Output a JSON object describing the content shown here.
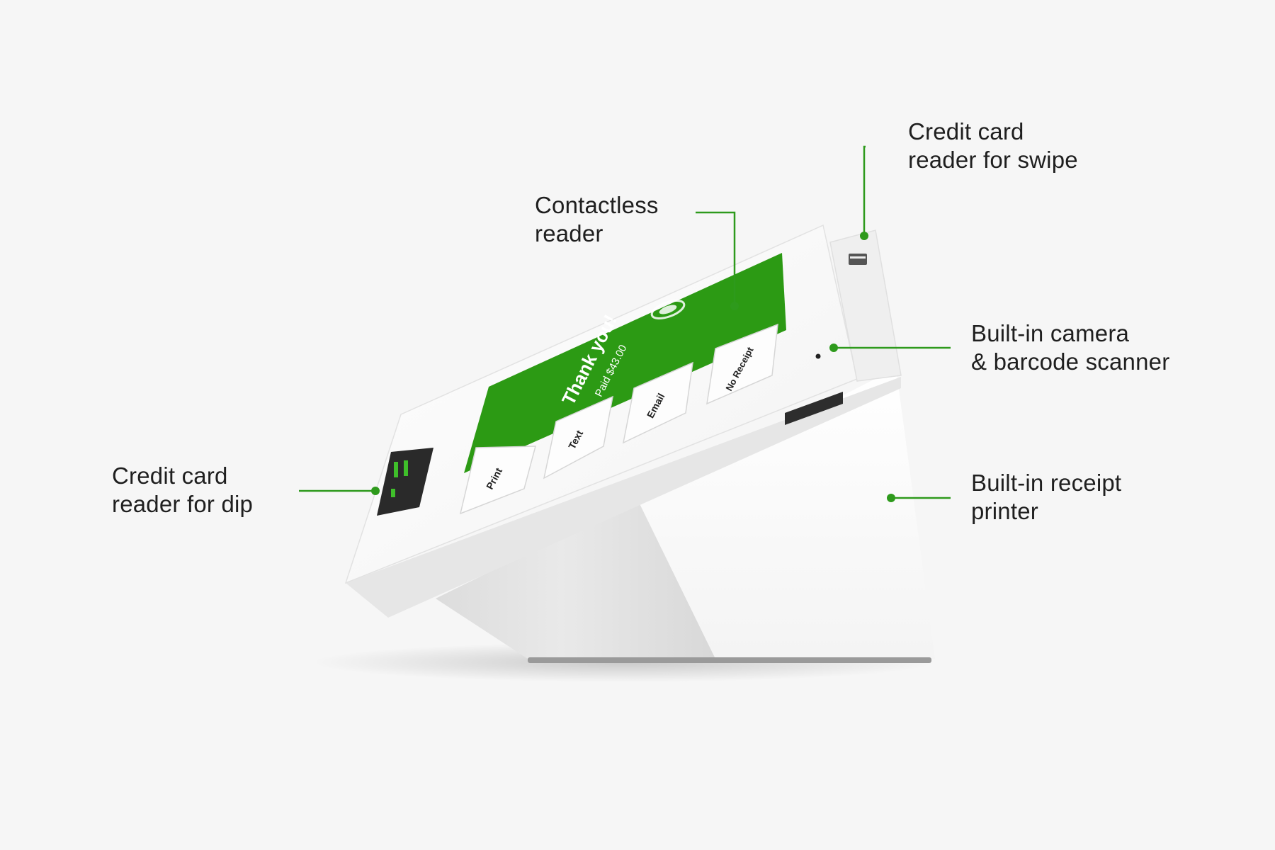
{
  "colors": {
    "background": "#f6f6f6",
    "accent_green": "#2e9a1c",
    "screen_green": "#2c9a14",
    "device_white": "#ffffff",
    "label_text": "#1f1f1f"
  },
  "callouts": {
    "swipe_reader": {
      "lines": [
        "Credit card",
        "reader for swipe"
      ]
    },
    "contactless_reader": {
      "lines": [
        "Contactless",
        "reader"
      ]
    },
    "camera_scanner": {
      "lines": [
        "Built-in camera",
        "& barcode scanner"
      ]
    },
    "receipt_printer": {
      "lines": [
        "Built-in receipt",
        "printer"
      ]
    },
    "dip_reader": {
      "lines": [
        "Credit card",
        "reader for dip"
      ]
    }
  },
  "device_screen": {
    "headline": "Thank you!",
    "subline": "Paid $43.00",
    "buttons": [
      "Print",
      "Text",
      "Email",
      "No Receipt"
    ]
  },
  "icons": {
    "contactless": "contactless-wave-icon",
    "card_swipe": "card-swipe-icon",
    "chip_slot": "chip-slot-icon"
  }
}
